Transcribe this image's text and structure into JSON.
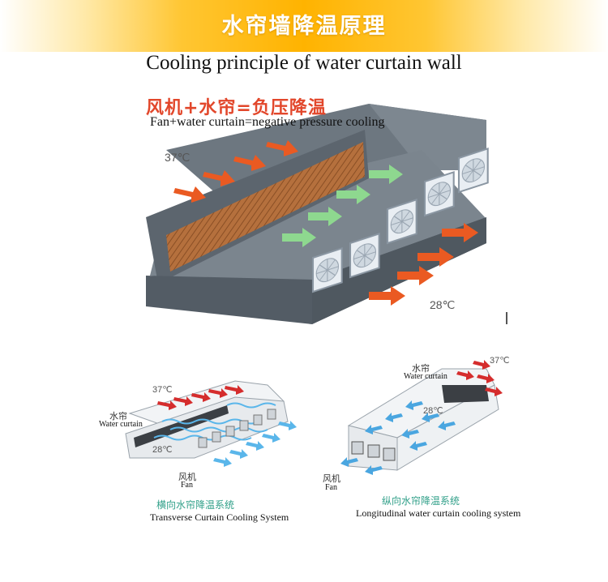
{
  "banner": {
    "title": "水帘墙降温原理"
  },
  "subtitle": "Cooling principle of water curtain wall",
  "main_diagram": {
    "formula_cn": "风机+水帘=负压降温",
    "formula_en": "Fan+water curtain=negative pressure cooling",
    "temp_in": "37℃",
    "temp_out": "28℃"
  },
  "transverse": {
    "temp_in": "37℃",
    "temp_out": "28℃",
    "curtain_cn": "水帘",
    "curtain_en": "Water curtain",
    "fan_cn": "风机",
    "fan_en": "Fan",
    "caption_cn": "横向水帘降温系统",
    "caption_en": "Transverse Curtain Cooling System"
  },
  "longitudinal": {
    "temp_in": "37℃",
    "temp_out": "28℃",
    "curtain_cn": "水帘",
    "curtain_en": "Water curtain",
    "fan_cn": "风机",
    "fan_en": "Fan",
    "caption_cn": "纵向水帘降温系统",
    "caption_en": "Longitudinal water curtain cooling system"
  },
  "colors": {
    "hot_arrow": "#ea5a22",
    "cool_arrow": "#8ed88f",
    "wall": "#5c656e",
    "pad": "#b5703d",
    "banner": "#ffb300",
    "blue_arrow": "#4aa6e0"
  }
}
